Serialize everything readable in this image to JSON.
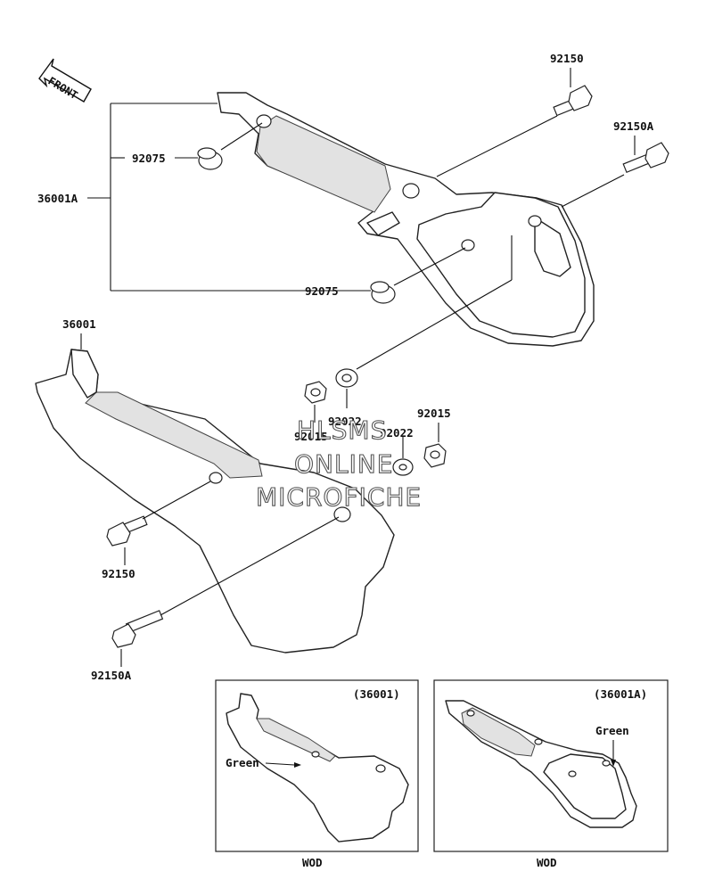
{
  "orientation": {
    "front_label": "FRONT"
  },
  "callouts": {
    "bolt_top": "92150",
    "bolt_top_a": "92150A",
    "cap_upper": "92075",
    "cap_lower": "92075",
    "assy_a": "36001A",
    "cover": "36001",
    "collar_1": "92015",
    "collar_2": "92015",
    "washer_1": "92022",
    "washer_2": "92022",
    "bolt_low": "92150",
    "bolt_low_a": "92150A"
  },
  "watermark": {
    "line1": "HLSMS",
    "line2": "ONLINE",
    "line3": "MICROFICHE"
  },
  "inset_left": {
    "part_ref": "(36001)",
    "color_note": "Green",
    "variant": "WOD"
  },
  "inset_right": {
    "part_ref": "(36001A)",
    "color_note": "Green",
    "variant": "WOD"
  }
}
